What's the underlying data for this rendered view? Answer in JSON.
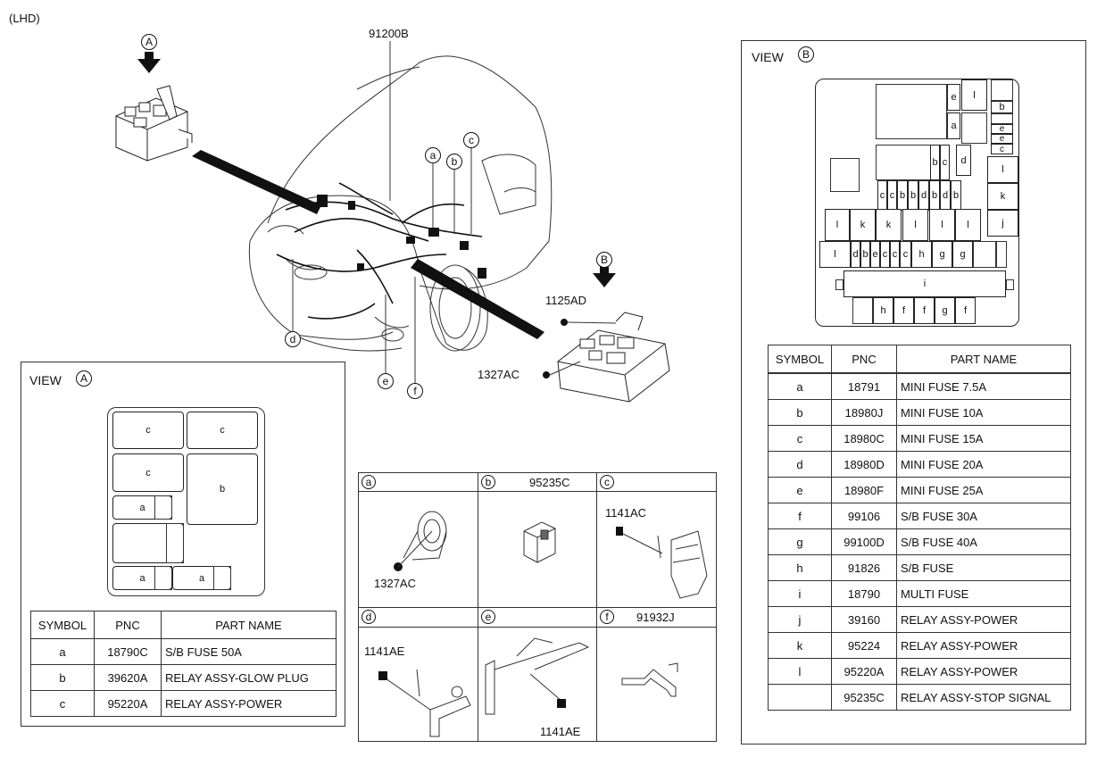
{
  "drive_label": "(LHD)",
  "main": {
    "harness_pnc": "91200B",
    "view_a_marker": "A",
    "view_b_marker": "B",
    "bolt_pnc": "1125AD",
    "nut_pnc": "1327AC",
    "callouts": [
      "a",
      "b",
      "c",
      "d",
      "e",
      "f"
    ]
  },
  "view_a": {
    "title": "VIEW",
    "marker": "A",
    "boxes": [
      "c",
      "c",
      "c",
      "b",
      "a",
      "a",
      "a"
    ],
    "table": {
      "headers": [
        "SYMBOL",
        "PNC",
        "PART NAME"
      ],
      "rows": [
        {
          "symbol": "a",
          "pnc": "18790C",
          "name": "S/B FUSE 50A"
        },
        {
          "symbol": "b",
          "pnc": "39620A",
          "name": "RELAY ASSY-GLOW PLUG"
        },
        {
          "symbol": "c",
          "pnc": "95220A",
          "name": "RELAY ASSY-POWER"
        }
      ]
    }
  },
  "details": {
    "a": {
      "symbol": "a",
      "title": "",
      "part": "1327AC"
    },
    "b": {
      "symbol": "b",
      "title": "95235C"
    },
    "c": {
      "symbol": "c",
      "title": "",
      "part": "1141AC"
    },
    "d": {
      "symbol": "d",
      "title": "",
      "part": "1141AE"
    },
    "e": {
      "symbol": "e",
      "title": "",
      "part": "1141AE"
    },
    "f": {
      "symbol": "f",
      "title": "91932J"
    }
  },
  "view_b": {
    "title": "VIEW",
    "marker": "B",
    "fuses": {
      "top": [
        "e",
        "l",
        "a",
        "b",
        "e",
        "e",
        "c"
      ],
      "row1": [
        "b",
        "c",
        "d"
      ],
      "row2": [
        "c",
        "c",
        "b",
        "b",
        "d",
        "b",
        "d",
        "b"
      ],
      "right": [
        "l",
        "k",
        "j"
      ],
      "relays": [
        "l",
        "k",
        "k",
        "l",
        "l",
        "l"
      ],
      "row3": [
        "l",
        "d",
        "b",
        "e",
        "c",
        "c",
        "c",
        "h",
        "g",
        "g"
      ],
      "multi": "i",
      "bottom": [
        "h",
        "f",
        "f",
        "g",
        "f"
      ]
    },
    "table": {
      "headers": [
        "SYMBOL",
        "PNC",
        "PART NAME"
      ],
      "rows": [
        {
          "symbol": "a",
          "pnc": "18791",
          "name": "MINI FUSE 7.5A"
        },
        {
          "symbol": "b",
          "pnc": "18980J",
          "name": "MINI FUSE 10A"
        },
        {
          "symbol": "c",
          "pnc": "18980C",
          "name": "MINI FUSE 15A"
        },
        {
          "symbol": "d",
          "pnc": "18980D",
          "name": "MINI FUSE 20A"
        },
        {
          "symbol": "e",
          "pnc": "18980F",
          "name": "MINI FUSE 25A"
        },
        {
          "symbol": "f",
          "pnc": "99106",
          "name": "S/B FUSE 30A"
        },
        {
          "symbol": "g",
          "pnc": "99100D",
          "name": "S/B FUSE 40A"
        },
        {
          "symbol": "h",
          "pnc": "91826",
          "name": "S/B FUSE"
        },
        {
          "symbol": "i",
          "pnc": "18790",
          "name": "MULTI FUSE"
        },
        {
          "symbol": "j",
          "pnc": "39160",
          "name": "RELAY ASSY-POWER"
        },
        {
          "symbol": "k",
          "pnc": "95224",
          "name": "RELAY ASSY-POWER"
        },
        {
          "symbol": "l",
          "pnc": "95220A",
          "name": "RELAY ASSY-POWER"
        },
        {
          "symbol": "",
          "pnc": "95235C",
          "name": "RELAY ASSY-STOP SIGNAL"
        }
      ]
    }
  }
}
